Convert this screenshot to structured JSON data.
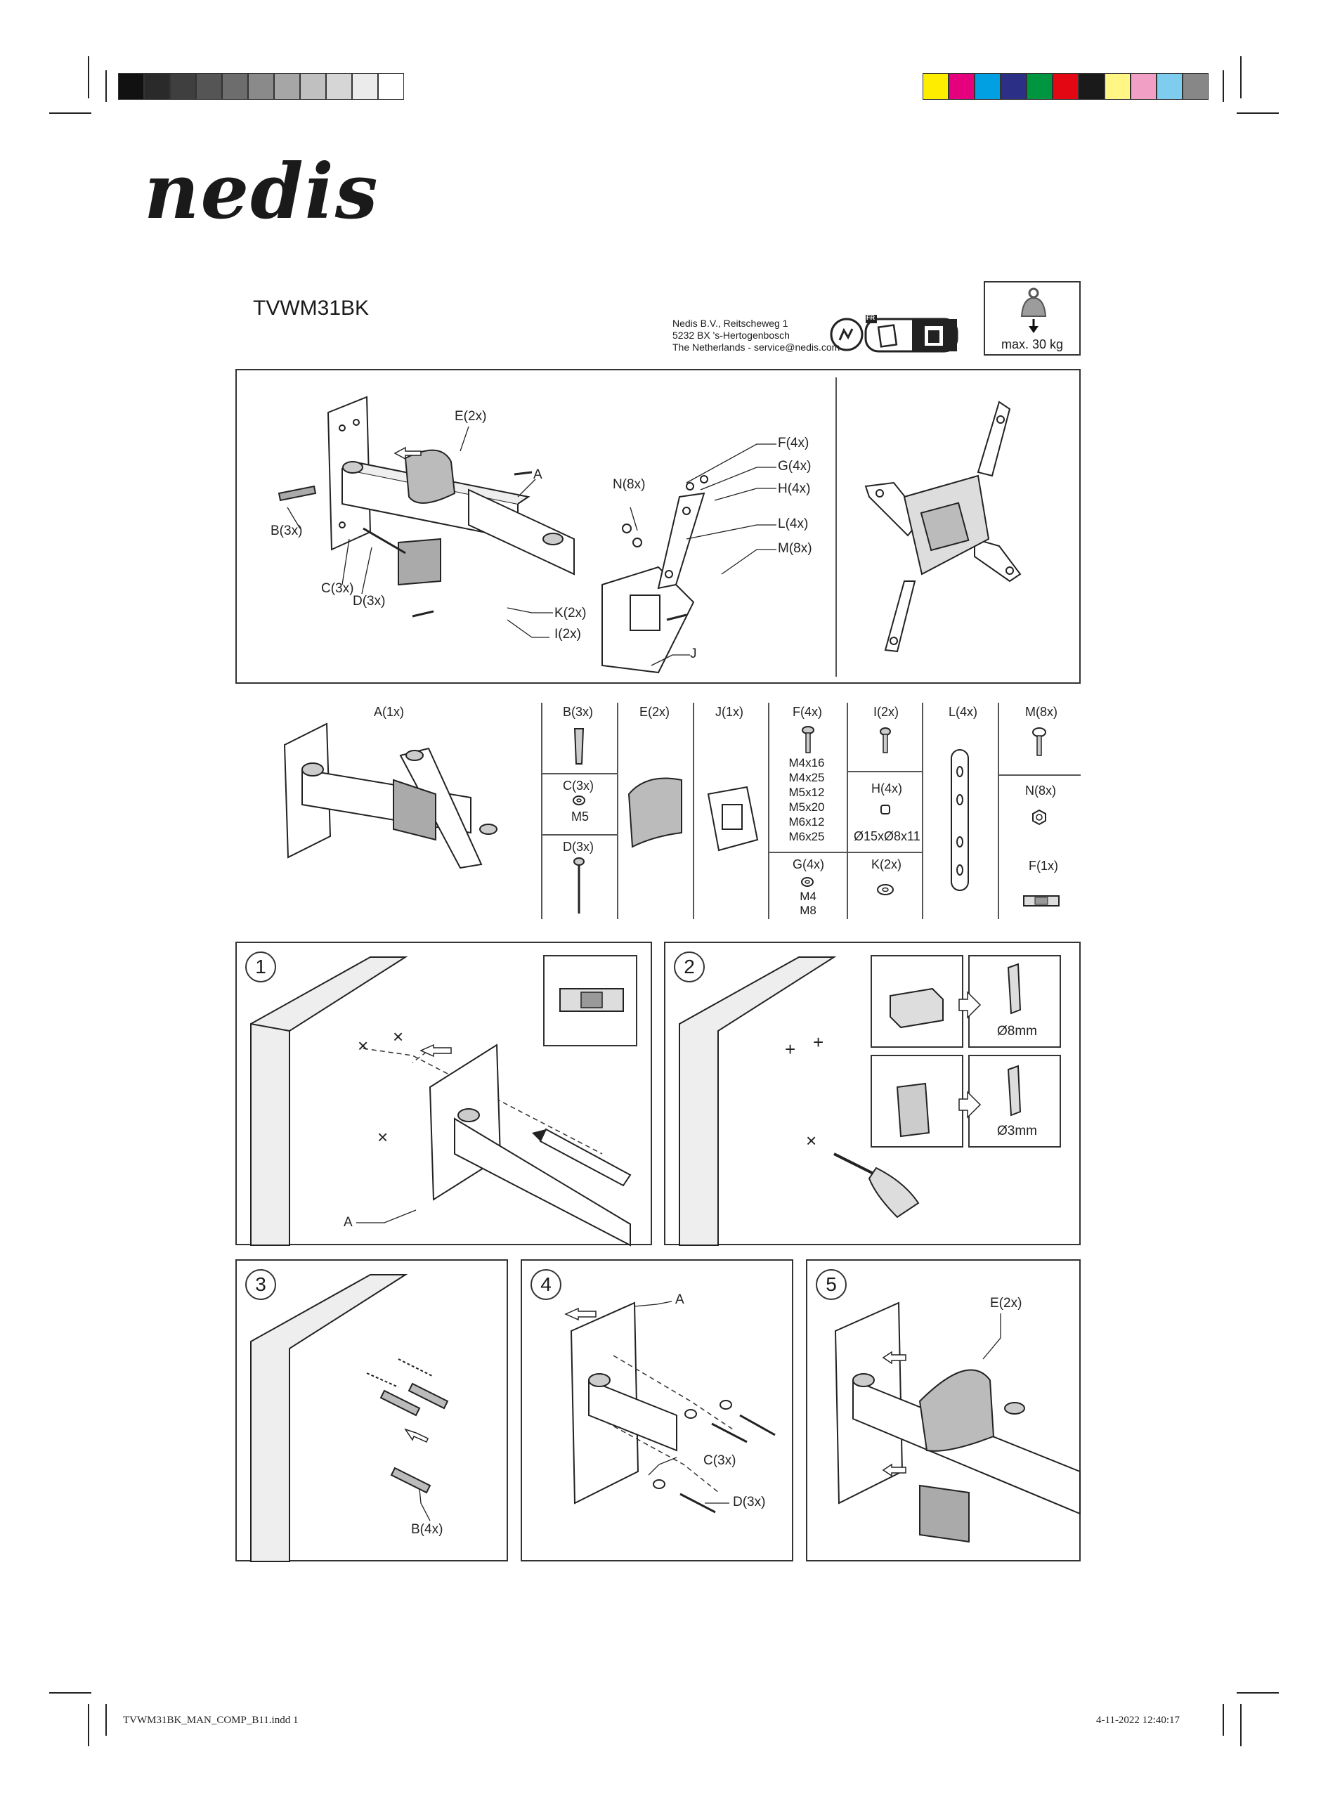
{
  "brand": {
    "logo_text": "nedis"
  },
  "model": "TVWM31BK",
  "address": {
    "line1": "Nedis B.V., Reitscheweg 1",
    "line2": "5232 BX  's-Hertogenbosch",
    "line3": "The Netherlands - service@nedis.com"
  },
  "recycle": {
    "badge": "FR"
  },
  "max_load": {
    "label": "max. 30 kg"
  },
  "overview": {
    "labels": {
      "E": "E(2x)",
      "A": "A",
      "F": "F(4x)",
      "G": "G(4x)",
      "H": "H(4x)",
      "N": "N(8x)",
      "L": "L(4x)",
      "M": "M(8x)",
      "B": "B(3x)",
      "C": "C(3x)",
      "D": "D(3x)",
      "K": "K(2x)",
      "I": "I(2x)",
      "J": "J"
    }
  },
  "parts": {
    "A": "A(1x)",
    "B": "B(3x)",
    "C": "C(3x)",
    "C_size": "M5",
    "D": "D(3x)",
    "E": "E(2x)",
    "J": "J(1x)",
    "F": "F(4x)",
    "F_sizes": [
      "M4x16",
      "M4x25",
      "M5x12",
      "M5x20",
      "M6x12",
      "M6x25"
    ],
    "G": "G(4x)",
    "G_sizes": [
      "M4",
      "M8"
    ],
    "I": "I(2x)",
    "H": "H(4x)",
    "H_size": "Ø15xØ8x11",
    "K": "K(2x)",
    "L": "L(4x)",
    "M": "M(8x)",
    "N": "N(8x)",
    "Fl": "F(1x)"
  },
  "steps": {
    "s1": {
      "num": "1",
      "label_a": "A"
    },
    "s2": {
      "num": "2",
      "concrete": "Ø8mm",
      "wood": "Ø3mm"
    },
    "s3": {
      "num": "3",
      "label_b": "B(4x)"
    },
    "s4": {
      "num": "4",
      "label_a": "A",
      "label_c": "C(3x)",
      "label_d": "D(3x)"
    },
    "s5": {
      "num": "5",
      "label_e": "E(2x)"
    }
  },
  "colorbar_gray": [
    "#111111",
    "#2a2a2a",
    "#3f3f3f",
    "#555555",
    "#6d6d6d",
    "#8a8a8a",
    "#a6a6a6",
    "#c0c0c0",
    "#d6d6d6",
    "#ebebeb",
    "#ffffff"
  ],
  "colorbar_color": [
    "#ffed00",
    "#e5007e",
    "#00a0e3",
    "#2b2f86",
    "#009640",
    "#e30613",
    "#1a1a1a",
    "#fff685",
    "#f29fc5",
    "#7fcdee",
    "#878787"
  ],
  "footer": {
    "file": "TVWM31BK_MAN_COMP_B11.indd   1",
    "datetime": "4-11-2022   12:40:17"
  }
}
